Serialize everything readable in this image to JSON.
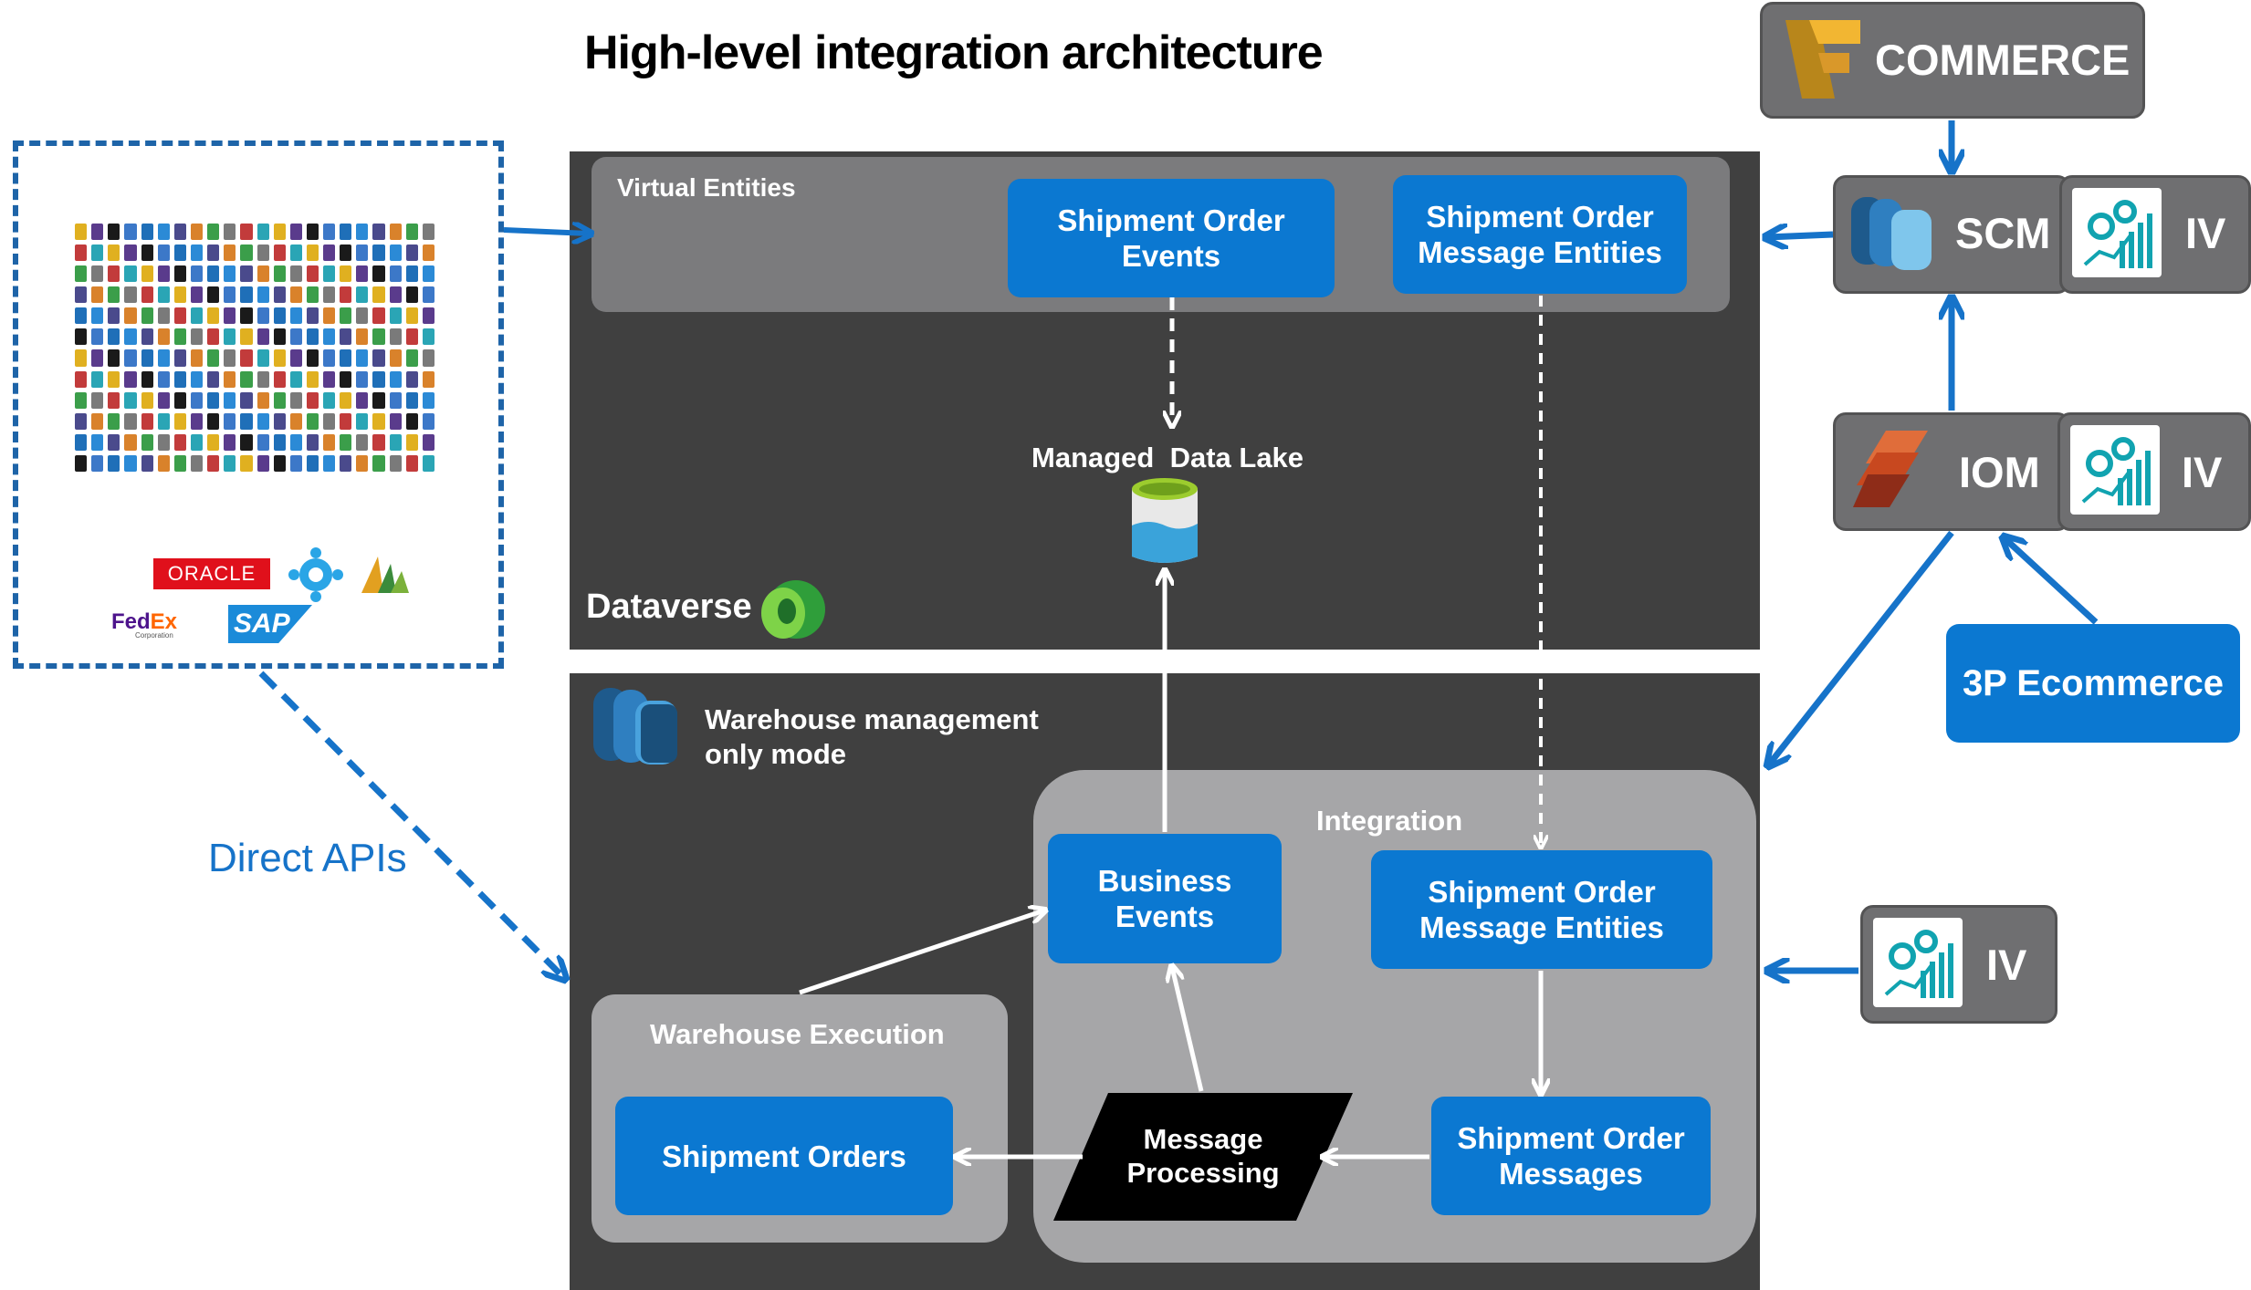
{
  "title": "High-level integration architecture",
  "direct_apis": "Direct APIs",
  "partner_logos": {
    "oracle": "ORACLE",
    "fedex_a": "Fed",
    "fedex_b": "Ex",
    "fedex_sub": "Corporation",
    "sap": "SAP"
  },
  "dataverse": {
    "label": "Dataverse",
    "virtual_entities": "Virtual Entities",
    "shipment_order_events": "Shipment Order Events",
    "shipment_order_message_entities": "Shipment Order Message Entities",
    "managed_data_lake": "Managed  Data Lake"
  },
  "wms": {
    "label": "Warehouse management only mode",
    "integration": "Integration",
    "business_events": "Business Events",
    "shipment_order_message_entities": "Shipment Order Message Entities",
    "message_processing": "Message Processing",
    "shipment_order_messages": "Shipment Order Messages",
    "warehouse_execution": "Warehouse Execution",
    "shipment_orders": "Shipment Orders"
  },
  "right_side": {
    "commerce": "COMMERCE",
    "scm": "SCM",
    "iom": "IOM",
    "iv": "IV",
    "ecommerce_3p": "3P Ecommerce"
  },
  "colors": {
    "accent_blue": "#0b78d1",
    "dark_panel": "#404040",
    "grey_panel": "#a6a6a8",
    "arrow_blue": "#1673c9"
  }
}
